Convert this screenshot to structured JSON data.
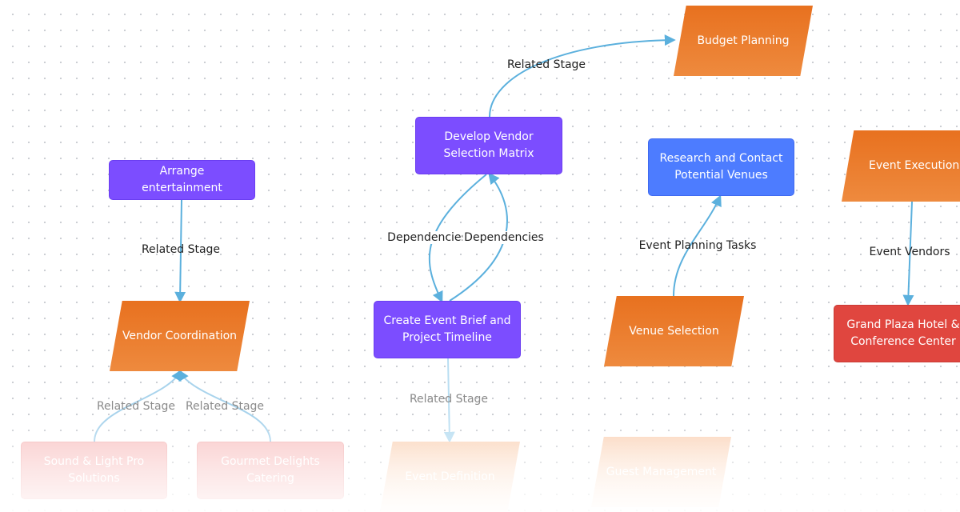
{
  "diagram": {
    "nodes": {
      "budget_planning": "Budget Planning",
      "develop_vendor": "Develop Vendor Selection Matrix",
      "arrange_entertainment": "Arrange entertainment",
      "research_venues": "Research and Contact Potential Venues",
      "event_execution": "Event Execution",
      "vendor_coordination": "Vendor Coordination",
      "create_event_brief": "Create Event Brief and Project Timeline",
      "venue_selection": "Venue Selection",
      "grand_plaza": "Grand Plaza Hotel & Conference Center",
      "sound_light": "Sound & Light Pro Solutions",
      "gourmet": "Gourmet Delights Catering",
      "event_definition": "Event Definition",
      "guest_management": "Guest Management"
    },
    "edge_labels": {
      "related_stage_top": "Related Stage",
      "related_stage_left": "Related Stage",
      "dependencies_left": "Dependencies",
      "dependencies_right": "Dependencies",
      "event_planning_tasks": "Event Planning Tasks",
      "event_vendors": "Event Vendors",
      "related_stage_sound": "Related Stage",
      "related_stage_gourmet": "Related Stage",
      "related_stage_brief": "Related Stage"
    },
    "colors": {
      "edge": "#5bb0dd",
      "task_purple": "#7c4dff",
      "task_blue": "#4d7cff",
      "stage_orange": "#e8711f",
      "vendor_red": "#e0463f"
    }
  }
}
